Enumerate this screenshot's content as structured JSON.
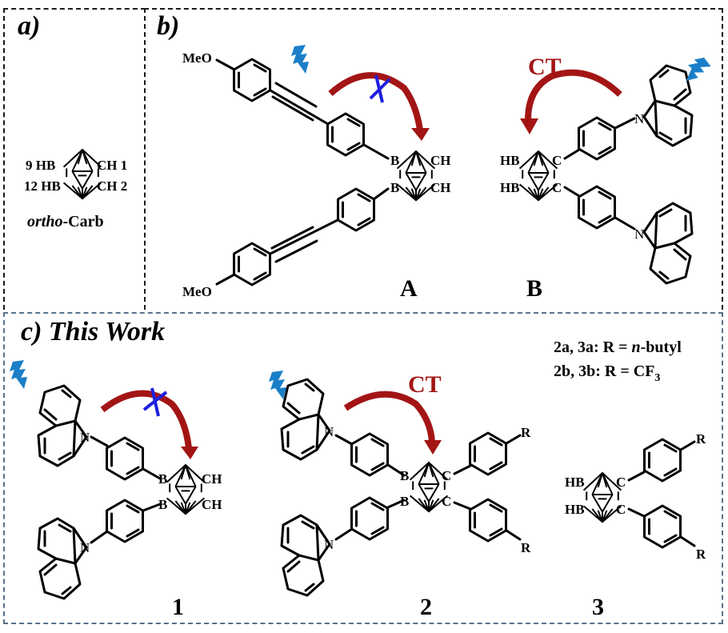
{
  "panels": {
    "a": {
      "title": "a)"
    },
    "b": {
      "title": "b)"
    },
    "c": {
      "title": "c) This Work"
    }
  },
  "ortho_carb": {
    "left_top": "9 HB",
    "left_bottom": "12 HB",
    "right_top": "CH 1",
    "right_bottom": "CH 2",
    "name_italic": "ortho",
    "name_rest": "-Carb"
  },
  "compounds": {
    "A": {
      "label": "A",
      "substituent": "MeO",
      "cage_left": "B",
      "cage_right": "CH",
      "ct_blocked": true
    },
    "B": {
      "label": "B",
      "ct": "CT",
      "cage_left": "HB",
      "cage_right": "C",
      "donor_atom": "N",
      "ct_blocked": false
    },
    "1": {
      "label": "1",
      "cage_left": "B",
      "cage_right": "CH",
      "donor_atom": "N",
      "ct_blocked": true
    },
    "2": {
      "label": "2",
      "ct": "CT",
      "cage_left": "B",
      "cage_right": "C",
      "donor_atom": "N",
      "r_group": "R",
      "ct_blocked": false
    },
    "3": {
      "label": "3",
      "cage_left": "HB",
      "cage_right": "C",
      "r_group": "R"
    }
  },
  "legend": {
    "line1_prefix": "2a, 3a: R = ",
    "line1_italic": "n",
    "line1_suffix": "-butyl",
    "line2_prefix": "2b, 3b: R = CF",
    "line2_sub": "3"
  },
  "colors": {
    "ct_arrow": "#a31515",
    "blocked_x": "#1f1fe0",
    "excitation_bolt": "#1a7fc8",
    "panel_border_top": "#1a1a1a",
    "panel_border_bottom": "#5b7188"
  }
}
